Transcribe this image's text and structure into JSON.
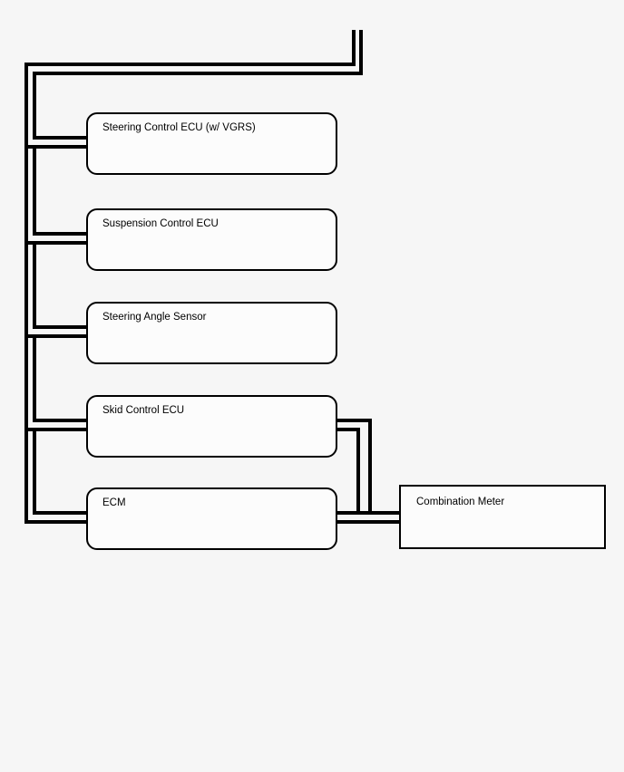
{
  "diagram": {
    "type": "communication-bus-wiring-diagram",
    "colors": {
      "background": "#f6f6f6",
      "wire": "#000000",
      "node_fill": "#fcfcfc",
      "text": "#000000"
    },
    "bus": {
      "style": "double-line twisted pair",
      "route": "enters from top right, runs left, then down the left side connecting each node"
    },
    "boxes": [
      {
        "label": "Steering Control ECU (w/ VGRS)",
        "shape": "rounded"
      },
      {
        "label": "Suspension Control ECU",
        "shape": "rounded"
      },
      {
        "label": "Steering Angle Sensor",
        "shape": "rounded"
      },
      {
        "label": "Skid Control ECU",
        "shape": "rounded"
      },
      {
        "label": "ECM",
        "shape": "rounded"
      },
      {
        "label": "Combination Meter",
        "shape": "square"
      }
    ],
    "edges": [
      {
        "from": "main-bus",
        "to": "Steering Control ECU (w/ VGRS)"
      },
      {
        "from": "main-bus",
        "to": "Suspension Control ECU"
      },
      {
        "from": "main-bus",
        "to": "Steering Angle Sensor"
      },
      {
        "from": "main-bus",
        "to": "Skid Control ECU"
      },
      {
        "from": "main-bus",
        "to": "ECM"
      },
      {
        "from": "Skid Control ECU",
        "to": "Combination Meter"
      },
      {
        "from": "ECM",
        "to": "Combination Meter"
      }
    ]
  }
}
